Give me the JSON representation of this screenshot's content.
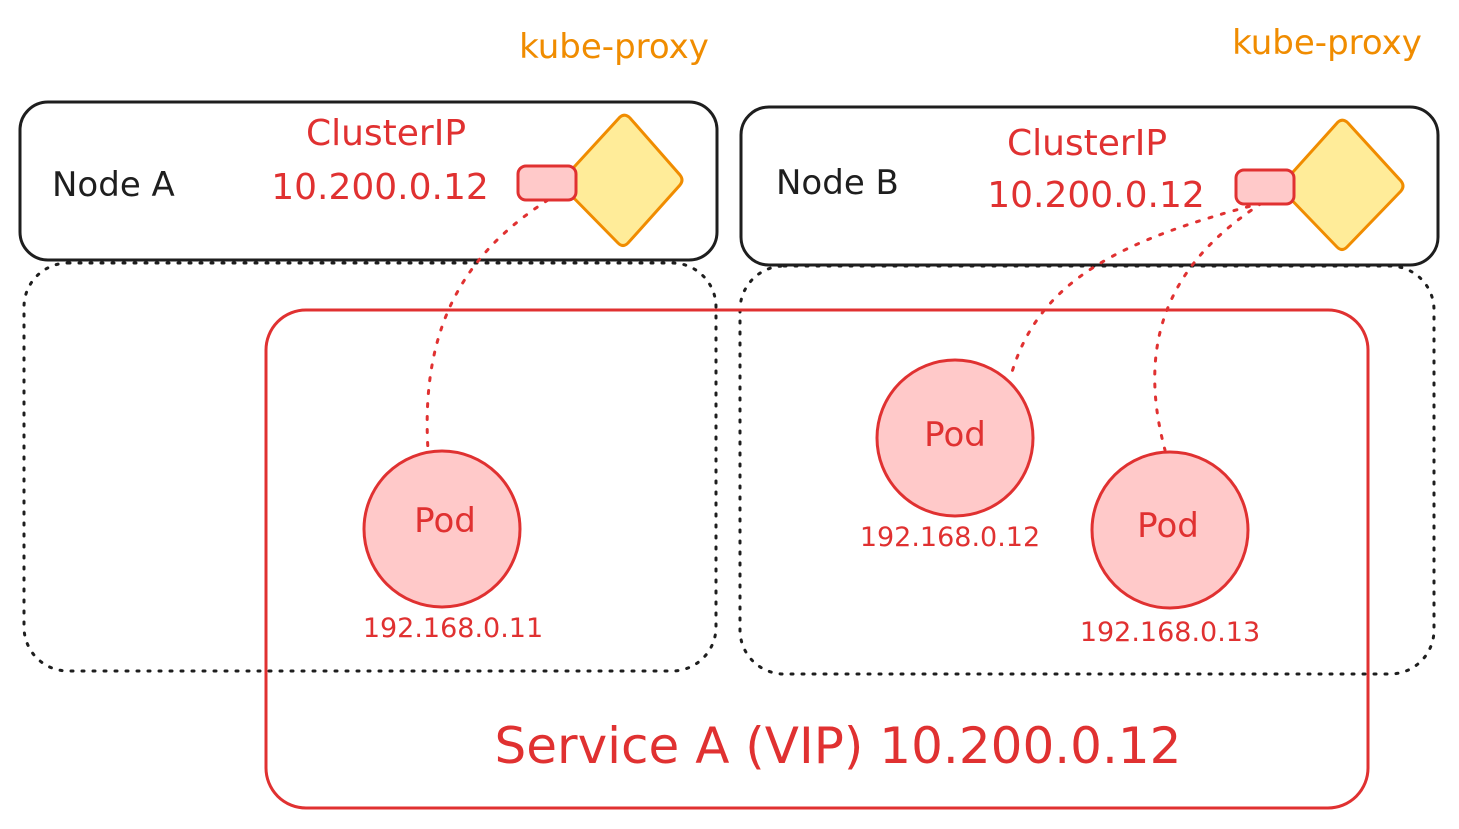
{
  "colors": {
    "stroke_black": "#1e1e1e",
    "red": "#e03131",
    "pod_fill": "#ffc9c9",
    "orange": "#f08c00",
    "proxy_fill": "#ffec99"
  },
  "nodes": [
    {
      "name": "Node A",
      "cluster_ip_label": "ClusterIP",
      "cluster_ip": "10.200.0.12",
      "proxy_label": "kube-proxy"
    },
    {
      "name": "Node B",
      "cluster_ip_label": "ClusterIP",
      "cluster_ip": "10.200.0.12",
      "proxy_label": "kube-proxy"
    }
  ],
  "pods": [
    {
      "label": "Pod",
      "ip": "192.168.0.11",
      "node": "Node A"
    },
    {
      "label": "Pod",
      "ip": "192.168.0.12",
      "node": "Node B"
    },
    {
      "label": "Pod",
      "ip": "192.168.0.13",
      "node": "Node B"
    }
  ],
  "service": {
    "label": "Service A (VIP) 10.200.0.12"
  }
}
